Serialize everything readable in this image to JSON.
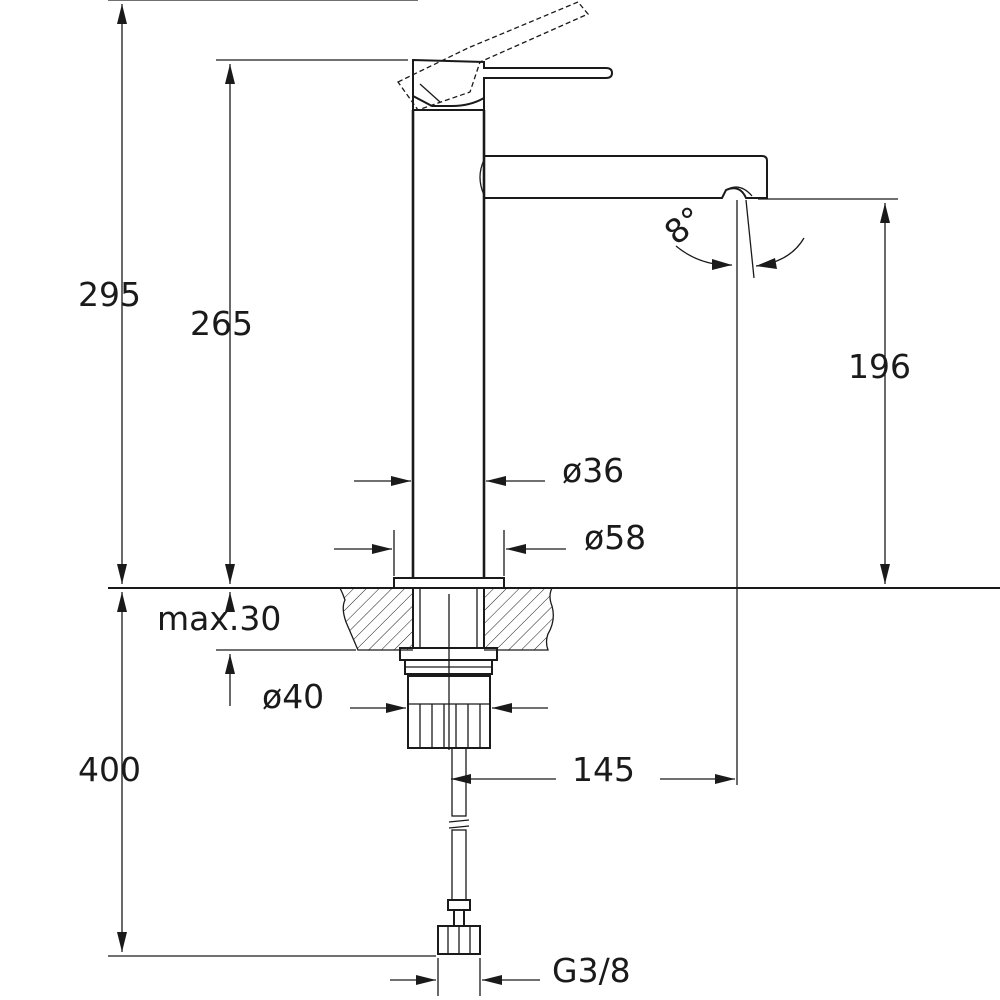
{
  "dimensions": {
    "total_height": "295",
    "body_height": "265",
    "spout_clearance": "196",
    "body_diameter": "ø36",
    "base_diameter": "ø58",
    "max_counter_thickness": "max.30",
    "nut_diameter": "ø40",
    "hose_length": "400",
    "spout_reach": "145",
    "outlet_angle": "8°",
    "connection_thread": "G3/8"
  },
  "colors": {
    "line": "#1a1a1a",
    "background": "#ffffff"
  }
}
